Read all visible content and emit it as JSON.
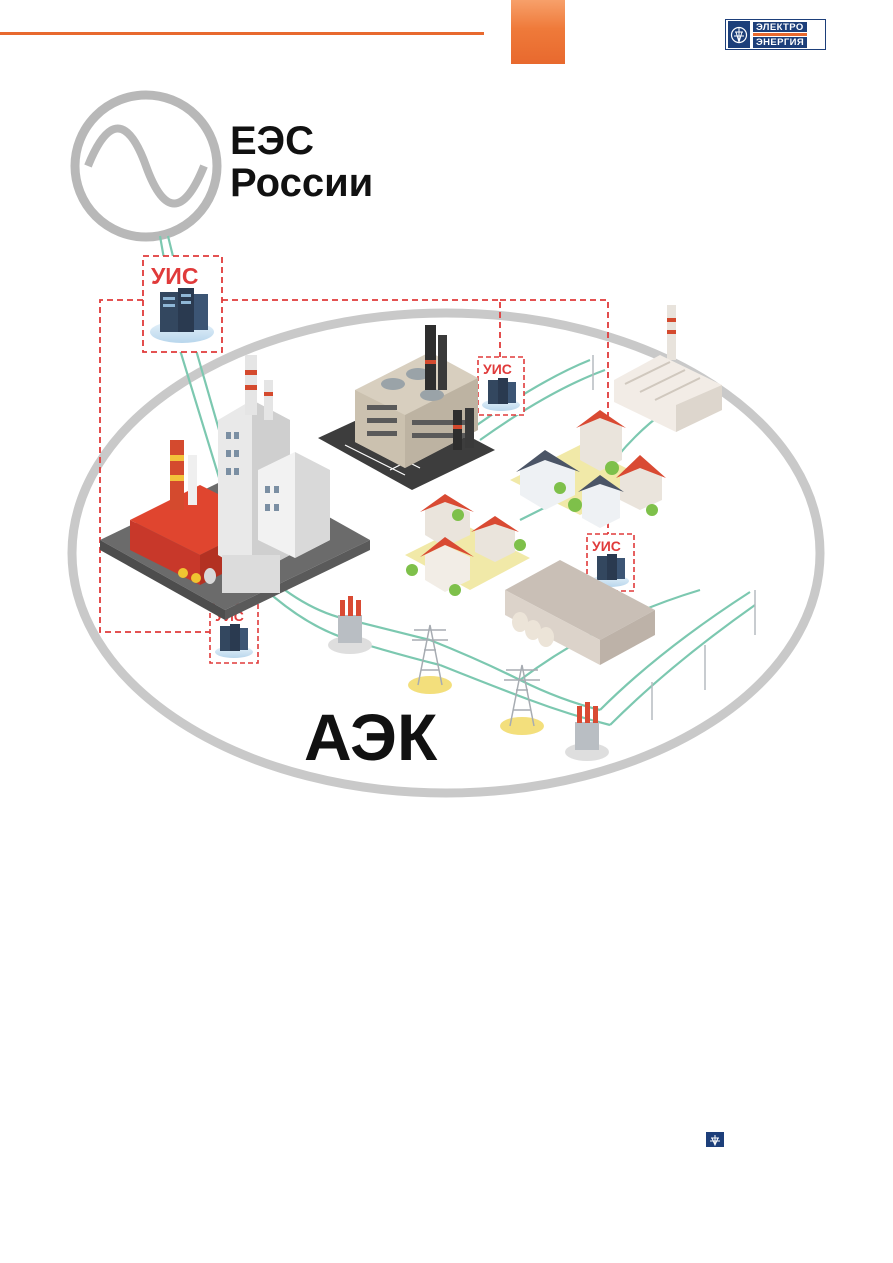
{
  "header": {
    "logo_line1": "ЭЛЕКТРО",
    "logo_line2": "ЭНЕРГИЯ",
    "accent_color": "#e8692e",
    "brand_color": "#1d3f7a"
  },
  "diagram": {
    "grid_label_line1": "ЕЭС",
    "grid_label_line2": "России",
    "system_label": "АЭК",
    "uis_label": "УИС",
    "uis_color": "#e03a3a",
    "line_color": "#7cc8b0"
  },
  "footer": {
    "icon": "electro-energy-logo-icon"
  }
}
